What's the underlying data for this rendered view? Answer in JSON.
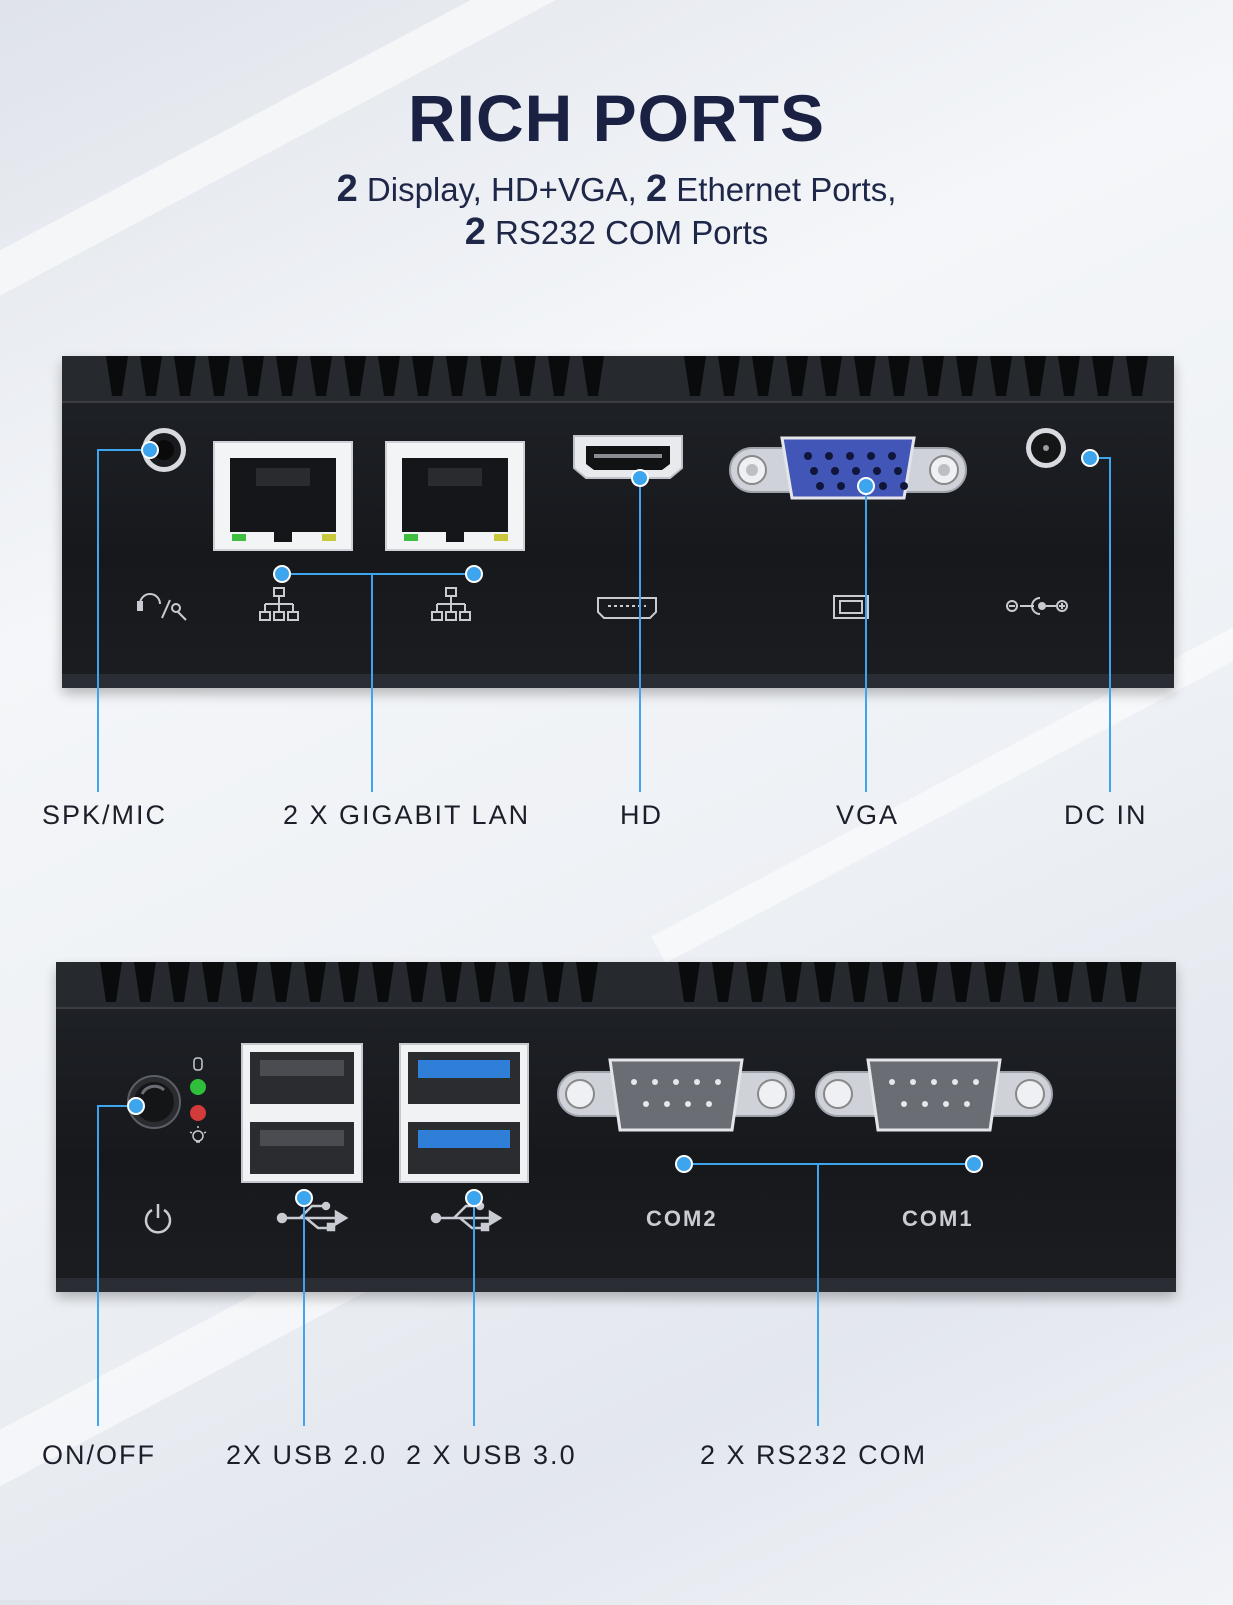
{
  "header": {
    "title": "RICH PORTS",
    "line1": [
      {
        "text": "2",
        "bold": true
      },
      {
        "text": " Display, HD+VGA, ",
        "bold": false
      },
      {
        "text": "2",
        "bold": true
      },
      {
        "text": " Ethernet Ports,",
        "bold": false
      }
    ],
    "line2": [
      {
        "text": "2",
        "bold": true
      },
      {
        "text": " RS232 COM Ports",
        "bold": false
      }
    ]
  },
  "top_panel": {
    "labels": {
      "spk_mic": "SPK/MIC",
      "lan": "2 X GIGABIT LAN",
      "hd": "HD",
      "vga": "VGA",
      "dc_in": "DC IN"
    }
  },
  "bottom_panel": {
    "com2_text": "COM2",
    "com1_text": "COM1",
    "labels": {
      "on_off": "ON/OFF",
      "usb2": "2X USB 2.0",
      "usb3": "2 X USB 3.0",
      "rs232": "2 X RS232 COM"
    }
  },
  "colors": {
    "accent": "#3da5ee",
    "title": "#1a2142",
    "vga_blue": "#4256b8",
    "usb3_blue": "#2f7fd8",
    "led_green": "#2fbf3a",
    "led_red": "#d33a3a"
  },
  "icons": [
    "headphone-mic-icon",
    "network-icon",
    "hdmi-icon",
    "monitor-icon",
    "dc-polarity-icon",
    "power-icon",
    "usb-icon",
    "hdd-led-icon",
    "light-led-icon"
  ]
}
